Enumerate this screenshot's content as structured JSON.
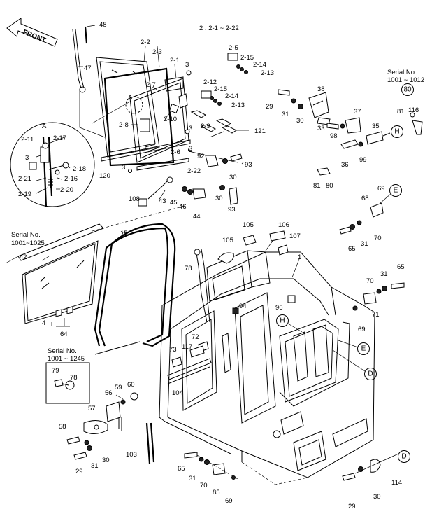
{
  "header": {
    "range_note": "2 : 2-1 ~ 2-22"
  },
  "arrow_front": "FRONT",
  "detail_a": "A",
  "serials": {
    "s1": {
      "line1": "Serial No.",
      "line2": "1001 ~ 1012"
    },
    "s2": {
      "line1": "Serial No.",
      "line2": "1001~1025"
    },
    "s3": {
      "line1": "Serial No.",
      "line2": "1001 ~ 1245"
    }
  },
  "ref_markers": [
    "H",
    "E",
    "D",
    "80"
  ],
  "labels": [
    {
      "id": "p48",
      "t": "48"
    },
    {
      "id": "p47",
      "t": "47"
    },
    {
      "id": "p2-2",
      "t": "2-2"
    },
    {
      "id": "p2-3",
      "t": "2-3"
    },
    {
      "id": "p2-1",
      "t": "2-1"
    },
    {
      "id": "p3a",
      "t": "3"
    },
    {
      "id": "p2-7",
      "t": "2-7"
    },
    {
      "id": "pA2",
      "t": "A"
    },
    {
      "id": "p2-8",
      "t": "2-8"
    },
    {
      "id": "p2-10",
      "t": "2-10"
    },
    {
      "id": "p2-5",
      "t": "2-5"
    },
    {
      "id": "p2-15a",
      "t": "2-15"
    },
    {
      "id": "p2-14a",
      "t": "2-14"
    },
    {
      "id": "p2-13a",
      "t": "2-13"
    },
    {
      "id": "p2-12",
      "t": "2-12"
    },
    {
      "id": "p2-15b",
      "t": "2-15"
    },
    {
      "id": "p2-14b",
      "t": "2-14"
    },
    {
      "id": "p2-13b",
      "t": "2-13"
    },
    {
      "id": "p3b",
      "t": "3"
    },
    {
      "id": "p2-9",
      "t": "2-9"
    },
    {
      "id": "p121",
      "t": "121"
    },
    {
      "id": "p3c",
      "t": "3"
    },
    {
      "id": "p2-6",
      "t": "2-6"
    },
    {
      "id": "p3d",
      "t": "3"
    },
    {
      "id": "p120",
      "t": "120"
    },
    {
      "id": "p2-22",
      "t": "2-22"
    },
    {
      "id": "p92",
      "t": "92"
    },
    {
      "id": "p93a",
      "t": "93"
    },
    {
      "id": "p30a",
      "t": "30"
    },
    {
      "id": "p30b",
      "t": "30"
    },
    {
      "id": "p93b",
      "t": "93"
    },
    {
      "id": "p108",
      "t": "108"
    },
    {
      "id": "p43",
      "t": "43"
    },
    {
      "id": "p45",
      "t": "45"
    },
    {
      "id": "p46",
      "t": "46"
    },
    {
      "id": "p44",
      "t": "44"
    },
    {
      "id": "p2-11",
      "t": "2-11"
    },
    {
      "id": "p2-17",
      "t": "2-17"
    },
    {
      "id": "p3e",
      "t": "3"
    },
    {
      "id": "p2-18",
      "t": "2-18"
    },
    {
      "id": "p2-21",
      "t": "2-21"
    },
    {
      "id": "p2-16",
      "t": "2-16"
    },
    {
      "id": "p2-19",
      "t": "2-19"
    },
    {
      "id": "p2-20",
      "t": "2-20"
    },
    {
      "id": "p38",
      "t": "38"
    },
    {
      "id": "p29a",
      "t": "29"
    },
    {
      "id": "p31a",
      "t": "31"
    },
    {
      "id": "p30c",
      "t": "30"
    },
    {
      "id": "p33",
      "t": "33"
    },
    {
      "id": "p37",
      "t": "37"
    },
    {
      "id": "p98",
      "t": "98"
    },
    {
      "id": "p35",
      "t": "35"
    },
    {
      "id": "p36",
      "t": "36"
    },
    {
      "id": "p99",
      "t": "99"
    },
    {
      "id": "p81a",
      "t": "81"
    },
    {
      "id": "p80",
      "t": "80"
    },
    {
      "id": "p81b",
      "t": "81"
    },
    {
      "id": "p116",
      "t": "116"
    },
    {
      "id": "p69a",
      "t": "69"
    },
    {
      "id": "p68",
      "t": "68"
    },
    {
      "id": "p70a",
      "t": "70"
    },
    {
      "id": "p31b",
      "t": "31"
    },
    {
      "id": "p65a",
      "t": "65"
    },
    {
      "id": "p65b",
      "t": "65"
    },
    {
      "id": "p31c",
      "t": "31"
    },
    {
      "id": "p70b",
      "t": "70"
    },
    {
      "id": "p71",
      "t": "71"
    },
    {
      "id": "p69b",
      "t": "69"
    },
    {
      "id": "p15",
      "t": "15"
    },
    {
      "id": "p42",
      "t": "42"
    },
    {
      "id": "p4",
      "t": "4"
    },
    {
      "id": "p64",
      "t": "64"
    },
    {
      "id": "p105a",
      "t": "105"
    },
    {
      "id": "p106",
      "t": "106"
    },
    {
      "id": "p105b",
      "t": "105"
    },
    {
      "id": "p107",
      "t": "107"
    },
    {
      "id": "p1",
      "t": "1"
    },
    {
      "id": "p78a",
      "t": "78"
    },
    {
      "id": "p96",
      "t": "96"
    },
    {
      "id": "p94",
      "t": "94"
    },
    {
      "id": "p72",
      "t": "72"
    },
    {
      "id": "p73",
      "t": "73"
    },
    {
      "id": "p117",
      "t": "117"
    },
    {
      "id": "p79",
      "t": "79"
    },
    {
      "id": "p78b",
      "t": "78"
    },
    {
      "id": "p56",
      "t": "56"
    },
    {
      "id": "p59",
      "t": "59"
    },
    {
      "id": "p60",
      "t": "60"
    },
    {
      "id": "p104",
      "t": "104"
    },
    {
      "id": "p57",
      "t": "57"
    },
    {
      "id": "p58",
      "t": "58"
    },
    {
      "id": "p31d",
      "t": "31"
    },
    {
      "id": "p30d",
      "t": "30"
    },
    {
      "id": "p29b",
      "t": "29"
    },
    {
      "id": "p103",
      "t": "103"
    },
    {
      "id": "p65c",
      "t": "65"
    },
    {
      "id": "p31e",
      "t": "31"
    },
    {
      "id": "p70c",
      "t": "70"
    },
    {
      "id": "p85",
      "t": "85"
    },
    {
      "id": "p69c",
      "t": "69"
    },
    {
      "id": "p114",
      "t": "114"
    },
    {
      "id": "p30e",
      "t": "30"
    },
    {
      "id": "p29c",
      "t": "29"
    }
  ]
}
